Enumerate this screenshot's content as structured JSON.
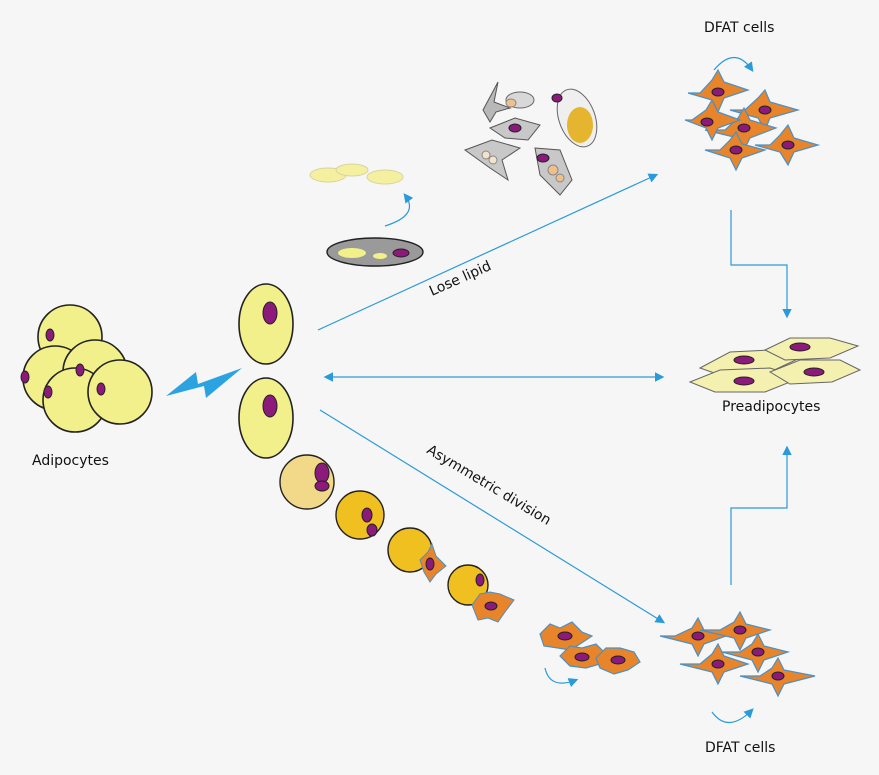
{
  "labels": {
    "adipocytes": "Adipocytes",
    "dfat_top": "DFAT cells",
    "dfat_bottom": "DFAT cells",
    "preadipocytes": "Preadipocytes",
    "lose_lipid": "Lose lipid",
    "asymmetric_division": "Asymmetric division"
  },
  "colors": {
    "adipocyte_fill": "#f2f08a",
    "nucleus": "#8b1a7a",
    "dfat_orange": "#e8842a",
    "dfat_border": "#4a90c8",
    "arrow_blue": "#2a9ad8",
    "lightning": "#2aa3e0",
    "preadipocyte_fill": "#f3f0b0"
  }
}
